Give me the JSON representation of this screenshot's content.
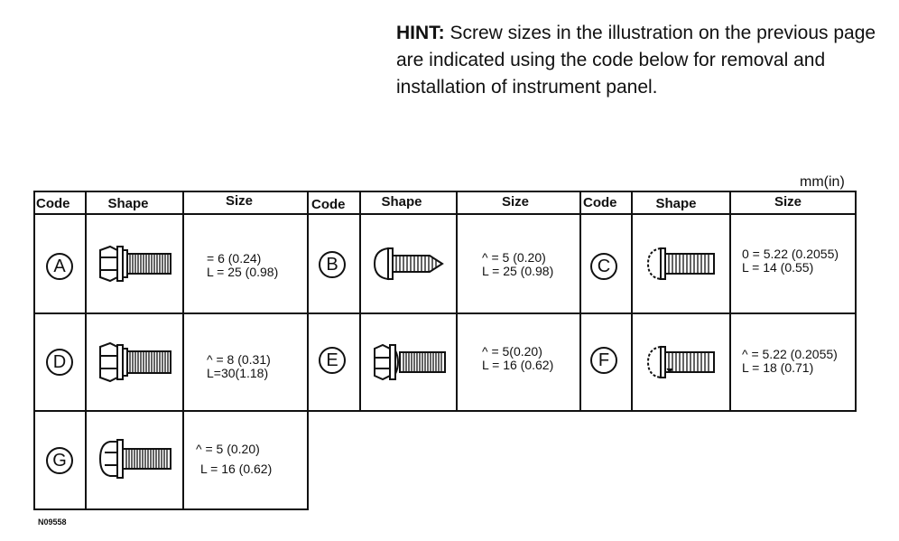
{
  "hint": {
    "label": "HINT:",
    "text": " Screw sizes in the illustration on the previous page are indicated using the code below for removal and installation of instrument panel."
  },
  "units": "mm(in)",
  "headers": {
    "code": "Code",
    "shape": "Shape",
    "size": "Size"
  },
  "screws": [
    {
      "code": "A",
      "icon": "hex-flange-bolt-icon",
      "line1": "= 6 (0.24)",
      "line2": "L = 25 (0.98)"
    },
    {
      "code": "B",
      "icon": "round-head-tapping-screw-icon",
      "line1": "^ = 5 (0.20)",
      "line2": "L = 25 (0.98)"
    },
    {
      "code": "C",
      "icon": "round-head-screw-icon",
      "line1": "0 = 5.22 (0.2055)",
      "line2": "L = 14 (0.55)"
    },
    {
      "code": "D",
      "icon": "hex-flange-bolt-icon",
      "line1": "^ = 8 (0.31)",
      "line2": "L=30(1.18)"
    },
    {
      "code": "E",
      "icon": "hex-washer-bolt-icon",
      "line1": "^ = 5(0.20)",
      "line2": "L = 16 (0.62)"
    },
    {
      "code": "F",
      "icon": "round-head-pointed-screw-icon",
      "line1": "^ = 5.22 (0.2055)",
      "line2": "L = 18 (0.71)"
    },
    {
      "code": "G",
      "icon": "dome-head-bolt-icon",
      "line1": "^ = 5 (0.20)",
      "line2": "L = 16 (0.62)"
    }
  ],
  "figure_id": "N09558"
}
